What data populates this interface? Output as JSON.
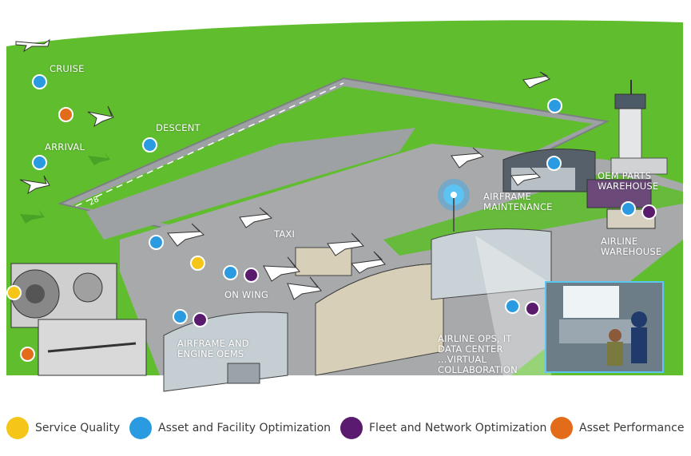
{
  "colors": {
    "service_quality": "#f5c518",
    "asset_facility": "#2a9be0",
    "fleet_network": "#5a1a6e",
    "asset_performance": "#e36c1a",
    "grass": "#5fbd2e",
    "tarmac": "#a7a9ab"
  },
  "labels": {
    "cruise": "CRUISE",
    "descent": "DESCENT",
    "arrival": "ARRIVAL",
    "taxi": "TAXI",
    "on_wing": "ON WING",
    "airframe_maintenance": "AIRFRAME\nMAINTENANCE",
    "oem_parts_warehouse": "OEM PARTS\nWAREHOUSE",
    "airline_warehouse": "AIRLINE\nWAREHOUSE",
    "airframe_engine_oems": "AIRFRAME AND\nENGINE OEMS",
    "airline_ops": "AIRLINE OPS, IT\nDATA CENTER\n...VIRTUAL\nCOLLABORATION",
    "runway_number": "28"
  },
  "legend": [
    {
      "key": "service_quality",
      "label": "Service Quality",
      "icon": "yellow-dot"
    },
    {
      "key": "asset_facility",
      "label": "Asset and Facility Optimization",
      "icon": "blue-dot"
    },
    {
      "key": "fleet_network",
      "label": "Fleet and Network Optimization",
      "icon": "purple-dot"
    },
    {
      "key": "asset_performance",
      "label": "Asset Performance",
      "icon": "orange-dot"
    }
  ],
  "markers": [
    {
      "name": "cruise-marker",
      "type": "asset_facility"
    },
    {
      "name": "cruise-orange-marker",
      "type": "asset_performance"
    },
    {
      "name": "descent-marker",
      "type": "asset_facility"
    },
    {
      "name": "arrival-marker",
      "type": "asset_facility"
    },
    {
      "name": "runway-end-marker",
      "type": "asset_facility"
    },
    {
      "name": "taxi-blue-marker",
      "type": "asset_facility"
    },
    {
      "name": "taxi-yellow-marker",
      "type": "service_quality"
    },
    {
      "name": "on-wing-blue-marker",
      "type": "asset_facility"
    },
    {
      "name": "on-wing-purple-marker",
      "type": "fleet_network"
    },
    {
      "name": "hangar-top-marker",
      "type": "asset_facility"
    },
    {
      "name": "oem-warehouse-blue-marker",
      "type": "asset_facility"
    },
    {
      "name": "oem-warehouse-purple-marker",
      "type": "fleet_network"
    },
    {
      "name": "oems-blue-marker",
      "type": "asset_facility"
    },
    {
      "name": "oems-purple-marker",
      "type": "fleet_network"
    },
    {
      "name": "ops-blue-marker",
      "type": "asset_facility"
    },
    {
      "name": "ops-purple-marker",
      "type": "fleet_network"
    },
    {
      "name": "engine-yellow-marker",
      "type": "service_quality"
    },
    {
      "name": "factory-orange-marker",
      "type": "asset_performance"
    }
  ]
}
